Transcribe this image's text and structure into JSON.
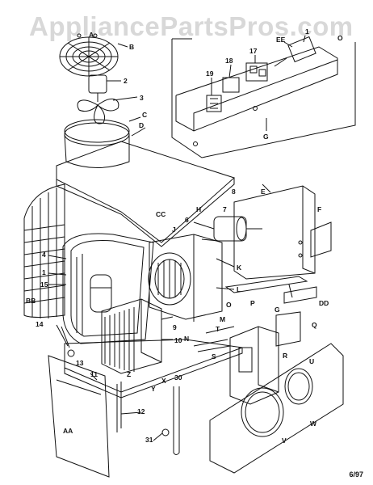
{
  "watermark": "AppliancePartsPros.com",
  "date_code": "6/97",
  "labels": {
    "A": "A",
    "B": "B",
    "2": "2",
    "3": "3",
    "C": "C",
    "D": "D",
    "EE": "EE",
    "1": "1",
    "O": "O",
    "17": "17",
    "18": "18",
    "19": "19",
    "G_inset": "G",
    "E": "E",
    "F": "F",
    "8": "8",
    "7": "7",
    "6": "6",
    "H": "H",
    "J": "J",
    "CC": "CC",
    "4": "4",
    "1b": "1",
    "15": "15",
    "BB": "BB",
    "K": "K",
    "L": "L",
    "o": "O",
    "G": "G",
    "DD": "DD",
    "M": "M",
    "N": "N",
    "9": "9",
    "10": "10",
    "T": "T",
    "P": "P",
    "Q": "Q",
    "R": "R",
    "S": "S",
    "U": "U",
    "14": "14",
    "13": "13",
    "11": "11",
    "Z": "Z",
    "Y": "Y",
    "X": "X",
    "30": "30",
    "12": "12",
    "AA": "AA",
    "31": "31",
    "V": "V",
    "W": "W"
  },
  "colors": {
    "ink": "#111111",
    "watermark": "#d8d8d8",
    "paper": "#ffffff"
  }
}
